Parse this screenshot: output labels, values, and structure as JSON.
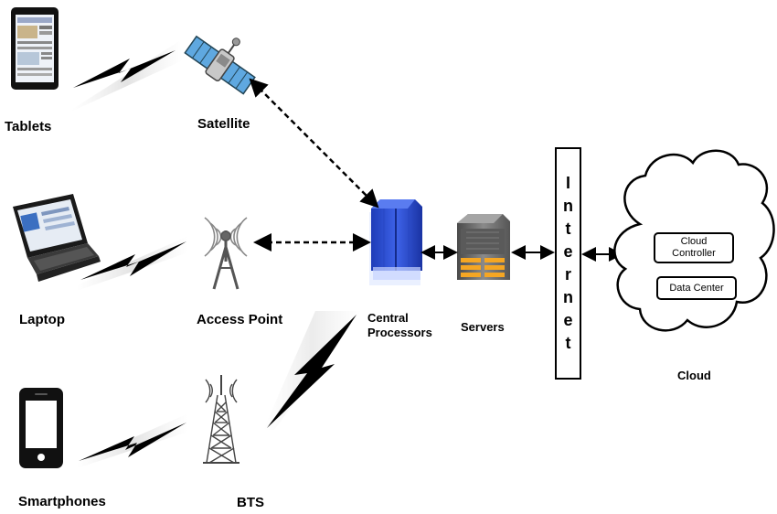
{
  "devices": {
    "tablets": "Tablets",
    "laptop": "Laptop",
    "smartphones": "Smartphones"
  },
  "network": {
    "satellite": "Satellite",
    "access_point": "Access Point",
    "bts": "BTS"
  },
  "core": {
    "central_processors": "Central\nProcessors",
    "servers": "Servers",
    "internet_letters": [
      "I",
      "n",
      "t",
      "e",
      "r",
      "n",
      "e",
      "t"
    ]
  },
  "cloud": {
    "label": "Cloud",
    "cloud_controller": "Cloud\nController",
    "data_center": "Data Center"
  },
  "colors": {
    "server_blue": "#2b4fd6",
    "server_gray": "#6f6f6f",
    "server_orange": "#f5a623",
    "line": "#000000"
  }
}
